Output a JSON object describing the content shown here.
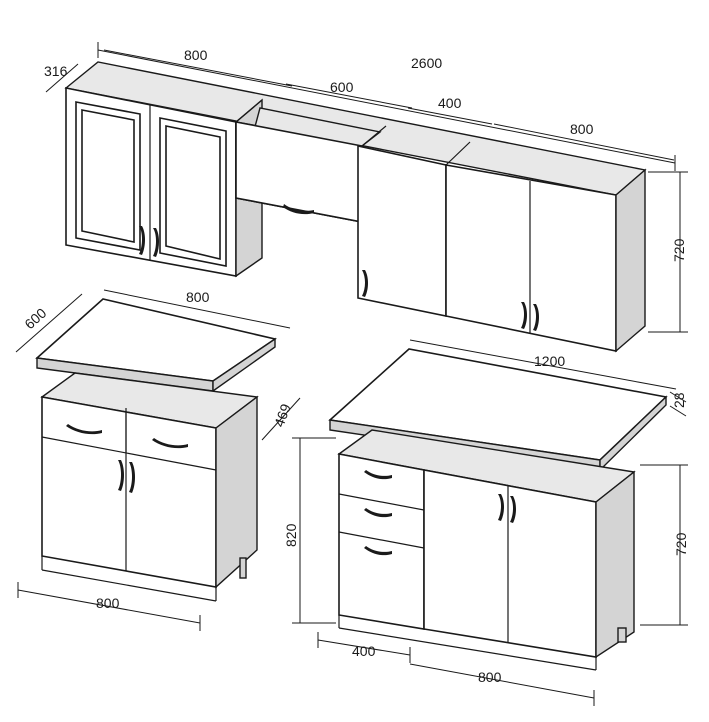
{
  "dimensions": {
    "total_width": "2600",
    "upper_depth": "316",
    "upper_w1": "800",
    "upper_w2": "600",
    "upper_w3": "400",
    "upper_w4": "800",
    "upper_height": "720",
    "base1_top_depth": "600",
    "base1_top_width": "800",
    "base1_side_depth": "469",
    "base1_width": "800",
    "base2_top_width": "1200",
    "base2_top_thickness": "28",
    "base2_total_height": "820",
    "base2_cab_height": "720",
    "base2_w1": "400",
    "base2_w2": "800"
  }
}
